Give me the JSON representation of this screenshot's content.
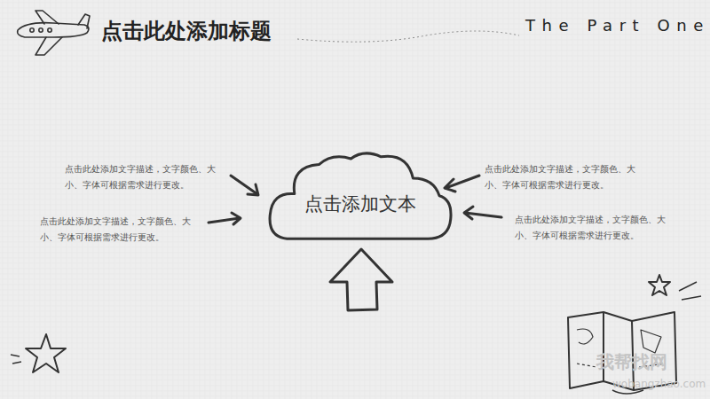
{
  "diagram": {
    "title": "点击此处添加标题",
    "nodes": [
      {
        "text": [
          "点击添加文本"
        ]
      }
    ],
    "labels": [
      "The Part One",
      "点击此处添加文字描述，文字颜色、大小、字体可根据需求进行更改。",
      "点击此处添加文字描述，文字颜色、大小、字体可根据需求进行更改。",
      "点击此处添加文字描述，文字颜色、大小、字体可根据需求进行更改。",
      "点击此处添加文字描述，文字颜色、大小、字体可根据需求进行更改。",
      "我帮找网",
      "wobangzhao.com"
    ]
  }
}
